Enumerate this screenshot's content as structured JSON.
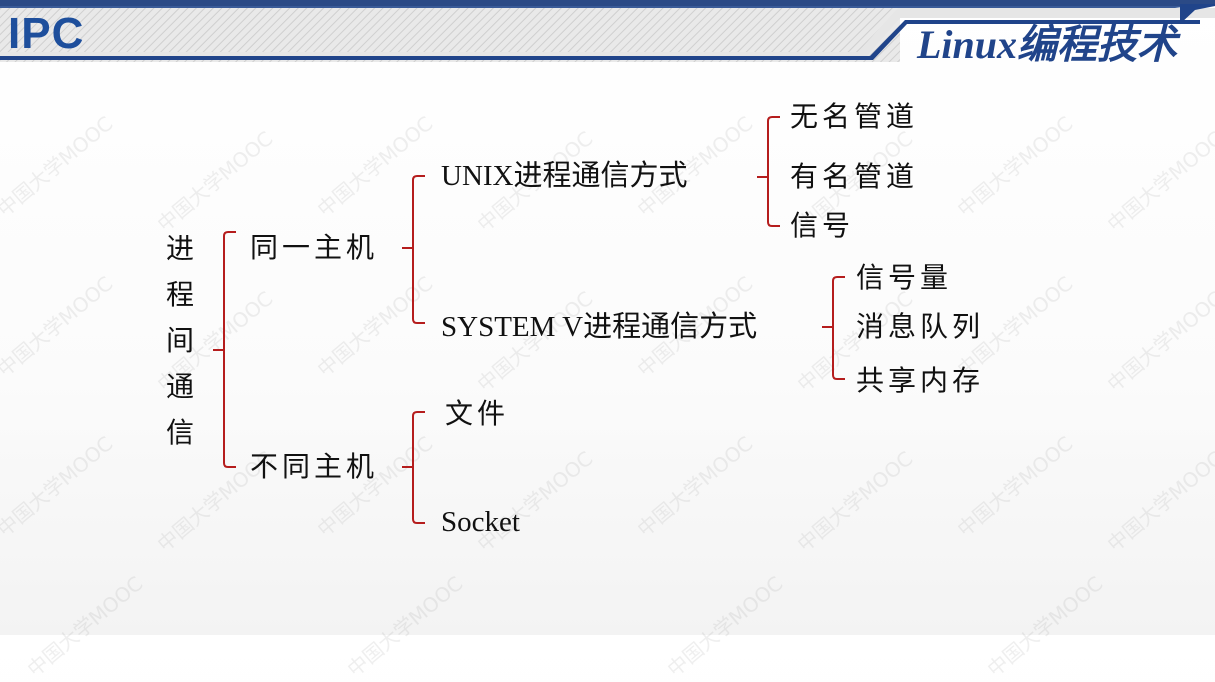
{
  "header": {
    "title": "IPC",
    "brand": "Linux编程技术"
  },
  "watermark": "中国大学MOOC",
  "colors": {
    "header_blue": "#20448a",
    "title_blue": "#1e4f9c",
    "bracket_red": "#b51d1d",
    "text": "#111111"
  },
  "tree": {
    "root": "进程间通信",
    "same_host": {
      "label": "同一主机",
      "unix": {
        "label": "UNIX进程通信方式",
        "items": [
          "无名管道",
          "有名管道",
          "信号"
        ]
      },
      "sysv": {
        "label": "SYSTEM V进程通信方式",
        "items": [
          "信号量",
          "消息队列",
          "共享内存"
        ]
      }
    },
    "different_host": {
      "label": "不同主机",
      "items": [
        "文件",
        "Socket"
      ]
    }
  }
}
